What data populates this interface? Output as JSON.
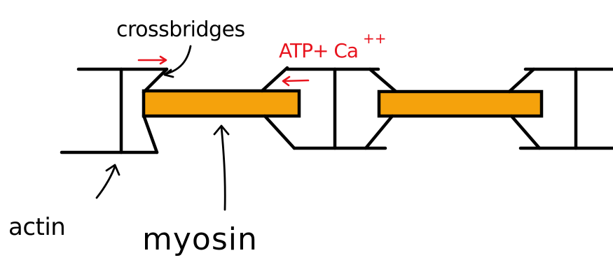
{
  "labels": {
    "crossbridges": "crossbridges",
    "atp_ca": "ATP+ Ca",
    "atp_ca_superscript": "++",
    "actin": "actin",
    "myosin": "myosin"
  },
  "colors": {
    "myosin_fill": "#f5a20c",
    "ink": "#000000",
    "annotation": "#e8141e"
  }
}
